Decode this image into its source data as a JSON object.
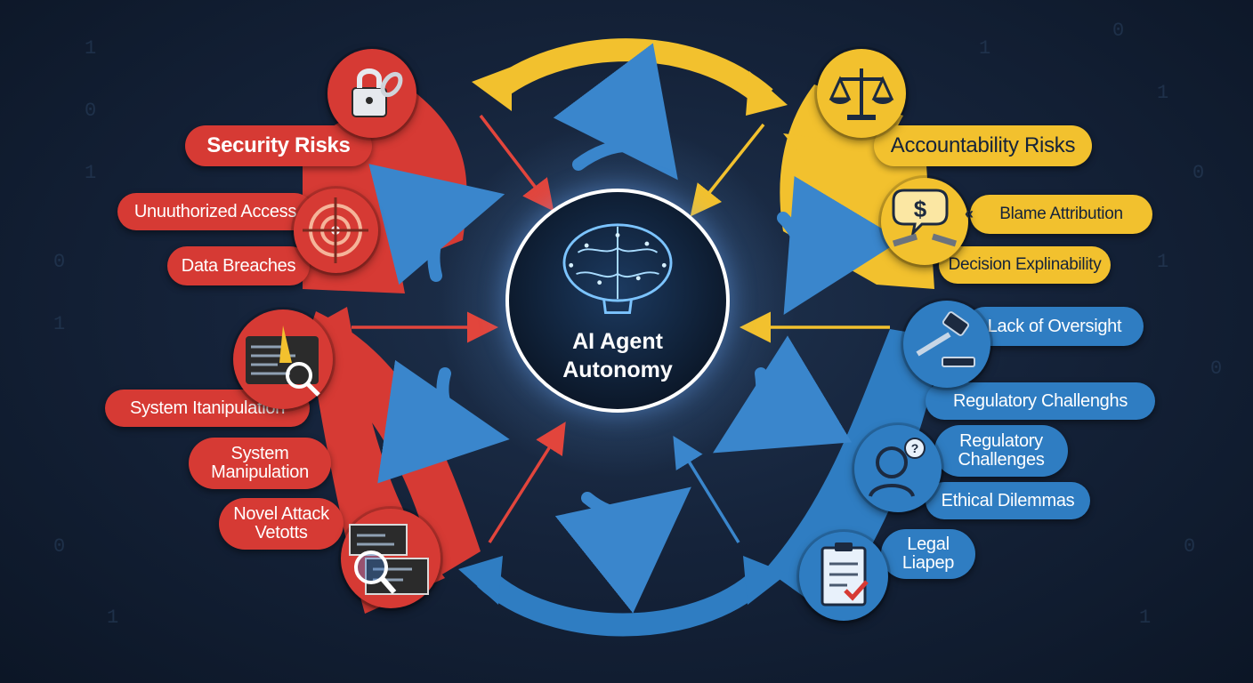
{
  "center": {
    "title_line1": "AI Agent",
    "title_line2": "Autonomy"
  },
  "security": {
    "title": "Security Risks",
    "items": [
      "Unuuthorized Access",
      "Data Breaches"
    ],
    "color": "#d63a34"
  },
  "manipulation": {
    "items": [
      "System Itanipulation",
      "System Manipulation",
      "Novel Attack Vetotts"
    ],
    "color": "#d63a34"
  },
  "accountability": {
    "title": "Accountability Risks",
    "items": [
      "Blame Attribution",
      "Decision Explinability"
    ],
    "color": "#f2c12e"
  },
  "oversight": {
    "items": [
      "Lack of Oversight",
      "Regulatory Challenghs",
      "Regulatory Challenges",
      "Ethical Dilemmas",
      "Legal Liapep"
    ],
    "color": "#2f7dc2"
  },
  "icons": [
    "padlock-chain-icon",
    "target-hack-icon",
    "hacker-code-icon",
    "magnifier-code-icon",
    "scales-icon",
    "dollar-speech-icon",
    "broken-handshake-icon",
    "gavel-icon",
    "person-question-icon",
    "checklist-icon",
    "brain-icon"
  ]
}
